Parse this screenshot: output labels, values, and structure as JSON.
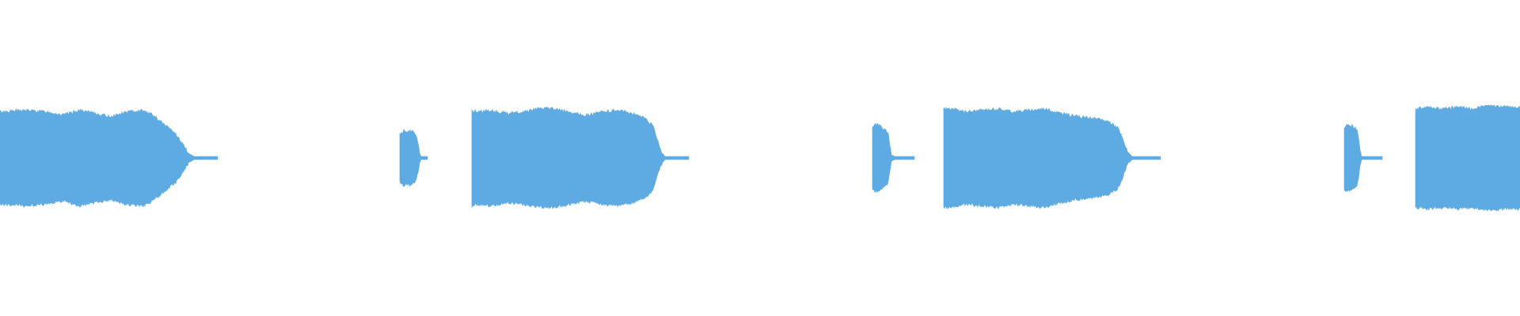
{
  "waveform": {
    "color": "#5dabe2",
    "background": "#ffffff",
    "segments": [
      {
        "name": "waveform-burst-1"
      },
      {
        "name": "waveform-blip-1"
      },
      {
        "name": "waveform-burst-2"
      },
      {
        "name": "waveform-blip-2"
      },
      {
        "name": "waveform-burst-3"
      },
      {
        "name": "waveform-blip-3"
      },
      {
        "name": "waveform-burst-4"
      }
    ]
  }
}
